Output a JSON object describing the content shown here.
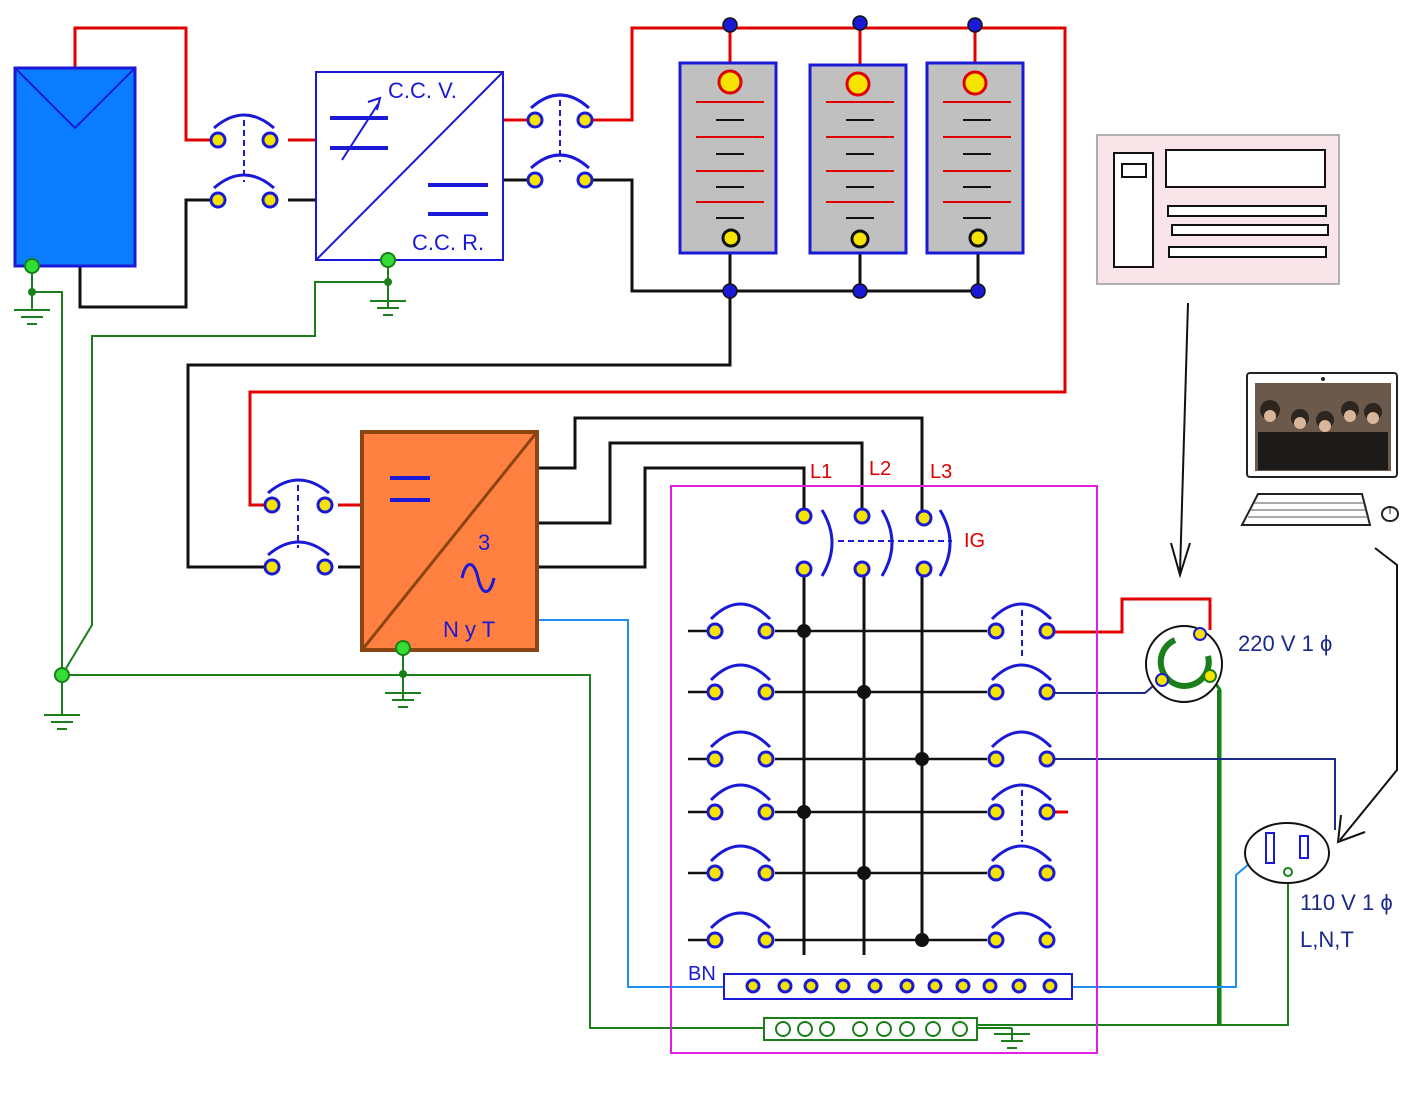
{
  "labels": {
    "ccv": "C.C. V.",
    "ccr": "C.C. R.",
    "inverter_phase": "3",
    "inverter_out": "N y T",
    "l1": "L1",
    "l2": "L2",
    "l3": "L3",
    "ig": "IG",
    "bn": "BN",
    "outlet220": "220 V 1 ϕ",
    "outlet110": "110 V 1 ϕ",
    "outlet110_sub": "L,N,T"
  },
  "colors": {
    "positive_wire": "#e00000",
    "negative_wire": "#111111",
    "ground_wire": "#1a7f1a",
    "neutral_wire": "#1e8ff0",
    "breaker": "#1a1ad6",
    "terminal": "#f5e400",
    "panel_border": "#e020e0",
    "solar_panel": "#0a7cff",
    "inverter": "#ff8040",
    "battery": "#c0c0c0"
  },
  "icons": {
    "computer": "desktop-computer-icon",
    "laptop": "laptop-icon"
  }
}
